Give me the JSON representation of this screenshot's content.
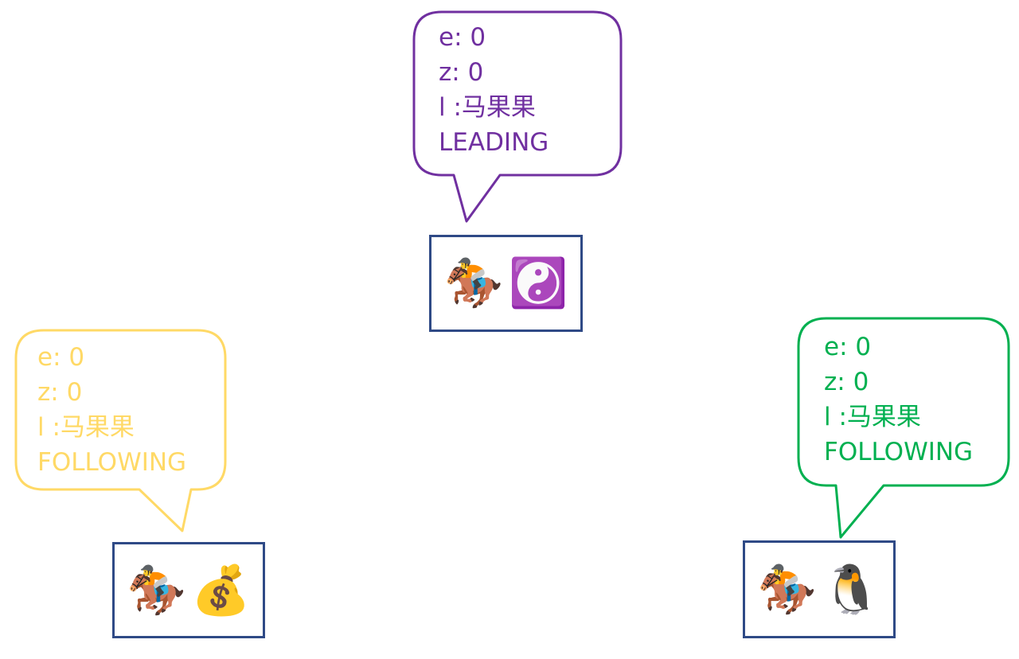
{
  "nodes": [
    {
      "id": "center",
      "color": "#7030a0",
      "lines": [
        "e: 0",
        "z: 0",
        "l :马果果",
        "LEADING"
      ],
      "icons": [
        {
          "name": "horse-racing-icon",
          "glyph": "🏇"
        },
        {
          "name": "yin-yang-icon",
          "glyph": "☯️"
        }
      ]
    },
    {
      "id": "left",
      "color": "#ffd966",
      "lines": [
        "e: 0",
        "z: 0",
        "l :马果果",
        "FOLLOWING"
      ],
      "icons": [
        {
          "name": "horse-racing-icon",
          "glyph": "🏇"
        },
        {
          "name": "money-bag-icon",
          "glyph": "💰"
        }
      ]
    },
    {
      "id": "right",
      "color": "#00b050",
      "lines": [
        "e: 0",
        "z: 0",
        "l :马果果",
        "FOLLOWING"
      ],
      "icons": [
        {
          "name": "horse-racing-icon",
          "glyph": "🏇"
        },
        {
          "name": "penguin-icon",
          "glyph": "🐧"
        }
      ]
    }
  ],
  "colors": {
    "node_border": "#2f4a86"
  }
}
